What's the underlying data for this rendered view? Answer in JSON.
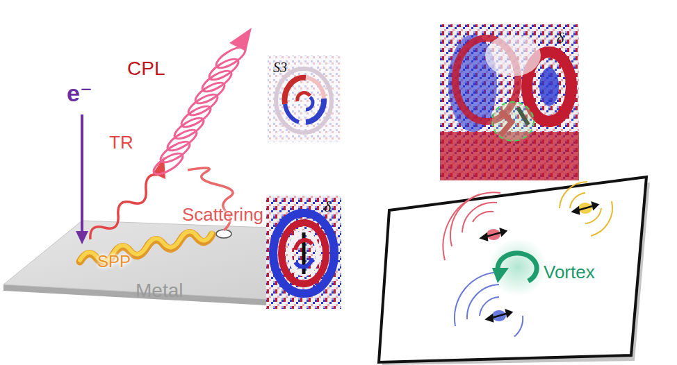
{
  "diagram": {
    "nodes": [
      {
        "text": [
          "SPP",
          "Metal"
        ]
      },
      {
        "text": [
          "S3"
        ]
      },
      {
        "text": [
          "δ"
        ]
      },
      {
        "text": [
          "δ"
        ]
      },
      {
        "text": [
          "Vortex"
        ]
      }
    ],
    "labels": [
      "e⁻",
      "CPL",
      "TR",
      "Scattering"
    ]
  }
}
